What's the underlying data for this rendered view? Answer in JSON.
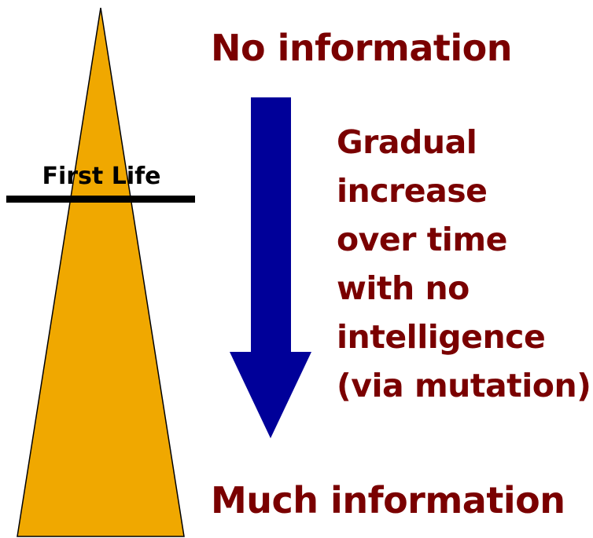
{
  "labels": {
    "top": "No information",
    "bottom": "Much information",
    "first_life": "First Life"
  },
  "description_lines": [
    "Gradual",
    "increase",
    "over time",
    "with no",
    "intelligence",
    "(via mutation)"
  ],
  "colors": {
    "text_accent": "#7a0000",
    "triangle_fill": "#f0a800",
    "arrow_fill": "#000099",
    "marker_line": "#000000"
  }
}
